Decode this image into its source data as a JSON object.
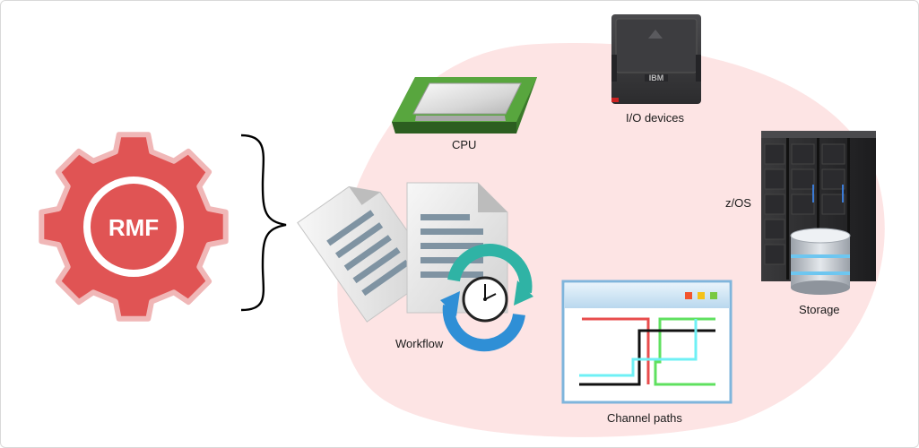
{
  "diagram": {
    "center_label": "RMF",
    "nodes": {
      "cpu": {
        "label": "CPU",
        "icon": "cpu-chip-icon"
      },
      "io_devices": {
        "label": "I/O devices",
        "icon": "tape-cartridge-icon",
        "brand_text": "IBM"
      },
      "zos": {
        "label": "z/OS",
        "icon": "mainframe-server-icon"
      },
      "storage": {
        "label": "Storage",
        "icon": "database-icon"
      },
      "workflow": {
        "label": "Workflow",
        "icon": "documents-clock-icon"
      },
      "channel_paths": {
        "label": "Channel paths",
        "icon": "channel-window-icon"
      }
    }
  },
  "colors": {
    "gear": "#e05454",
    "gear_ring": "#f0b7b7",
    "area": "#fde4e4",
    "line_red": "#e84c4c",
    "line_black": "#111111",
    "line_green": "#5fe05f",
    "line_cyan": "#6ff0f5"
  }
}
